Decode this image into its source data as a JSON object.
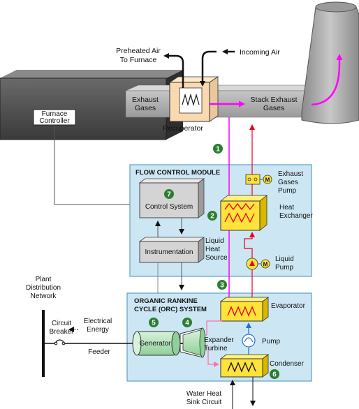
{
  "labels": {
    "preheated_air_1": "Preheated Air",
    "preheated_air_2": "To Furnace",
    "incoming_air": "Incoming Air",
    "exhaust_gases_1": "Exhaust",
    "exhaust_gases_2": "Gases",
    "stack_exhaust_1": "Stack Exhaust",
    "stack_exhaust_2": "Gases",
    "recuperator": "Recuperator",
    "furnace_controller_1": "Furnace",
    "furnace_controller_2": "Controller",
    "flow_control_module": "FLOW CONTROL MODULE",
    "exhaust_pump_1": "Exhaust",
    "exhaust_pump_2": "Gases",
    "exhaust_pump_3": "Pump",
    "control_system": "Control System",
    "heat_exchanger_1": "Heat",
    "heat_exchanger_2": "Exchanger",
    "instrumentation": "Instrumentation",
    "liquid_heat_source_1": "Liquid",
    "liquid_heat_source_2": "Heat",
    "liquid_heat_source_3": "Source",
    "liquid_pump_1": "Liquid",
    "liquid_pump_2": "Pump",
    "plant_network_1": "Plant",
    "plant_network_2": "Distribution",
    "plant_network_3": "Network",
    "orc_system_1": "ORGANIC RANKINE",
    "orc_system_2": "CYCLE (ORC) SYSTEM",
    "evaporator": "Evaporator",
    "circuit_breaker_1": "Circuit",
    "circuit_breaker_2": "Breaker",
    "electrical_energy_1": "Electrical",
    "electrical_energy_2": "Energy",
    "generator": "Generator",
    "expander_turbine_1": "Expander",
    "expander_turbine_2": "Turbine",
    "pump": "Pump",
    "feeder": "Feeder",
    "condenser": "Condenser",
    "water_heat_1": "Water Heat",
    "water_heat_2": "Sink Circuit",
    "motor": "M"
  },
  "numbers": {
    "n1": "1",
    "n2": "2",
    "n3": "3",
    "n4": "4",
    "n5": "5",
    "n6": "6",
    "n7": "7"
  },
  "colors": {
    "module_fill": "#cce7f3",
    "module_stroke": "#5aa0c8",
    "hot_flow": "#ff00ff",
    "coil": "#e8001c",
    "unit_fill": "#ffe23a",
    "number_badge": "#2e7d32",
    "generator_fill": "#bfe6c4"
  }
}
